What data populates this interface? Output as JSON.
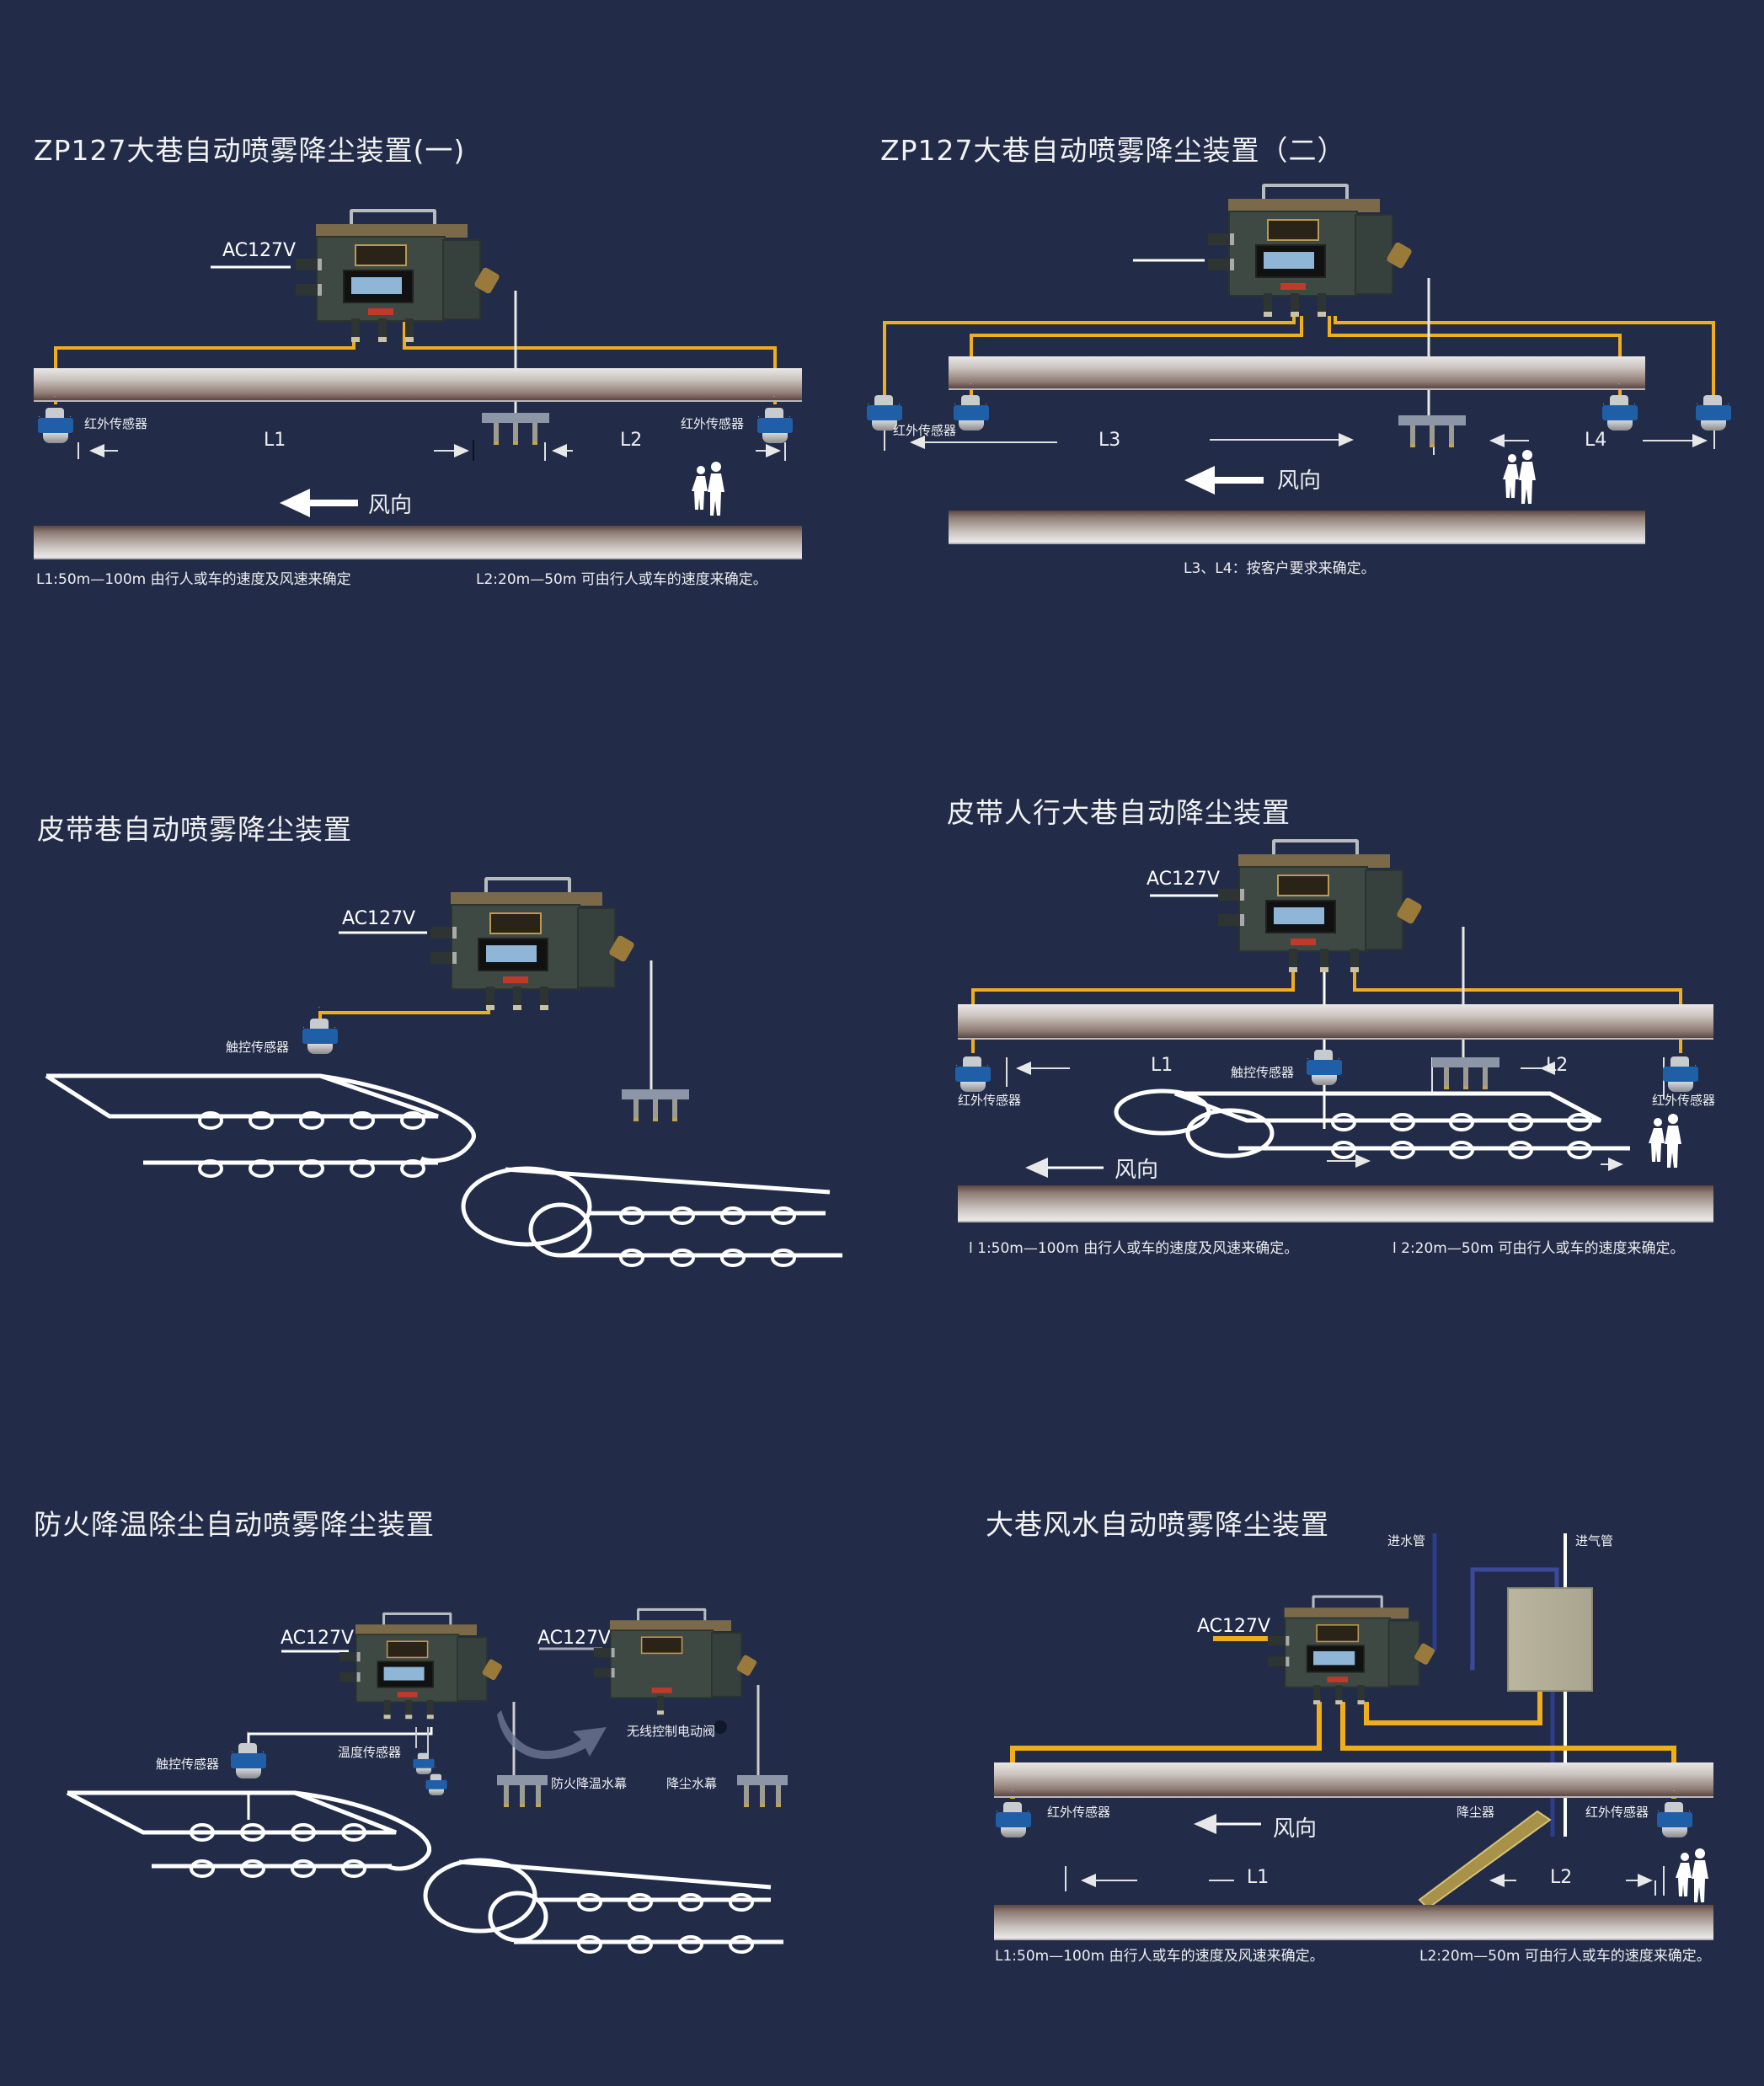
{
  "colors": {
    "background": "#222c48",
    "signal_wire": "#f0ae1c",
    "sensor_band": "#1f5fa8"
  },
  "panel1": {
    "title": "ZP127大巷自动喷雾降尘装置(一)",
    "power": "AC127V",
    "sensor_left": "红外传感器",
    "sensor_right": "红外传感器",
    "l1": "L1",
    "l2": "L2",
    "wind": "风向",
    "note_l1": "L1:50m—100m 由行人或车的速度及风速来确定",
    "note_l2": "L2:20m—50m 可由行人或车的速度来确定。"
  },
  "panel2": {
    "title": "ZP127大巷自动喷雾降尘装置（二）",
    "sensor_label": "红外传感器",
    "l3": "L3",
    "l4": "L4",
    "wind": "风向",
    "note": "L3、L4：按客户要求来确定。"
  },
  "panel3": {
    "title": "皮带巷自动喷雾降尘装置",
    "power": "AC127V",
    "touch_sensor": "触控传感器"
  },
  "panel4": {
    "title": "皮带人行大巷自动降尘装置",
    "power": "AC127V",
    "sensor_left": "红外传感器",
    "sensor_right": "红外传感器",
    "touch_sensor": "触控传感器",
    "l1": "L1",
    "l2": "L2",
    "wind": "风向",
    "note_l1": "l 1:50m—100m 由行人或车的速度及风速来确定。",
    "note_l2": "l 2:20m—50m 可由行人或车的速度来确定。"
  },
  "panel5": {
    "title": "防火降温除尘自动喷雾降尘装置",
    "power_1": "AC127V",
    "power_2": "AC127V",
    "touch_sensor": "触控传感器",
    "temp_sensor": "温度传感器",
    "wireless_valve": "无线控制电动阀",
    "fire_curtain": "防火降温水幕",
    "dust_curtain": "降尘水幕"
  },
  "panel6": {
    "title": "大巷风水自动喷雾降尘装置",
    "water_pipe": "进水管",
    "air_pipe": "进气管",
    "power": "AC127V",
    "sensor_left": "红外传感器",
    "sensor_right": "红外传感器",
    "dust_device": "降尘器",
    "wind": "风向",
    "l1": "L1",
    "l2": "L2",
    "note_l1": "L1:50m—100m 由行人或车的速度及风速来确定。",
    "note_l2": "L2:20m—50m 可由行人或车的速度来确定。"
  }
}
